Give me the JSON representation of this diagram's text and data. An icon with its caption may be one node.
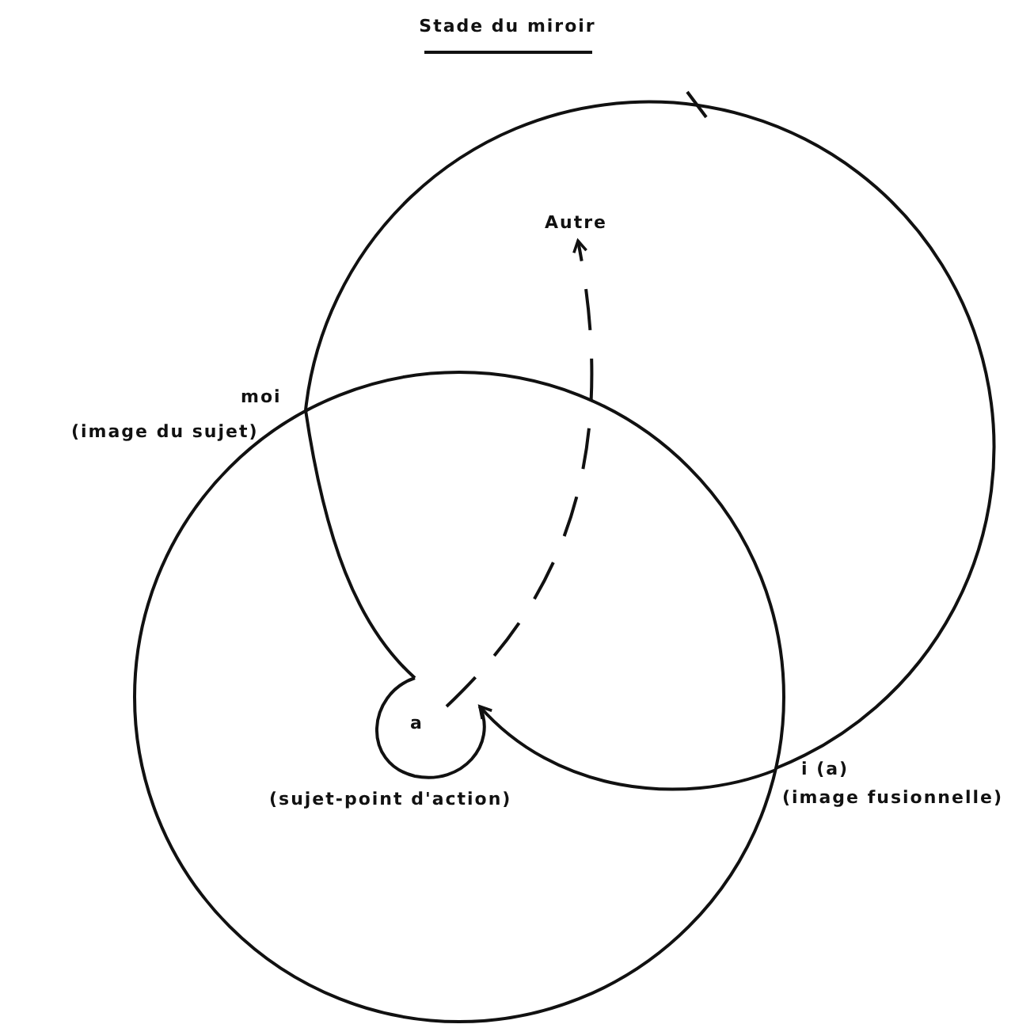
{
  "diagram": {
    "title": "Stade du miroir",
    "nodes": [
      {
        "text": [
          "Autre"
        ]
      },
      {
        "text": [
          "moi"
        ],
        "beside": [
          "(image du sujet)"
        ]
      },
      {
        "text": [
          "a"
        ],
        "beside": [
          "(sujet-point d'action)"
        ]
      },
      {
        "text": [
          "i (a)"
        ],
        "beside": [
          "(image fusionnelle)"
        ]
      }
    ],
    "edges": [
      {
        "from": 2,
        "to": 0,
        "arrow": "to",
        "style": "dashed"
      },
      {
        "from": 1,
        "to": 2,
        "arrow": "none"
      },
      {
        "from": 3,
        "to": 2,
        "arrow": "to"
      }
    ]
  }
}
